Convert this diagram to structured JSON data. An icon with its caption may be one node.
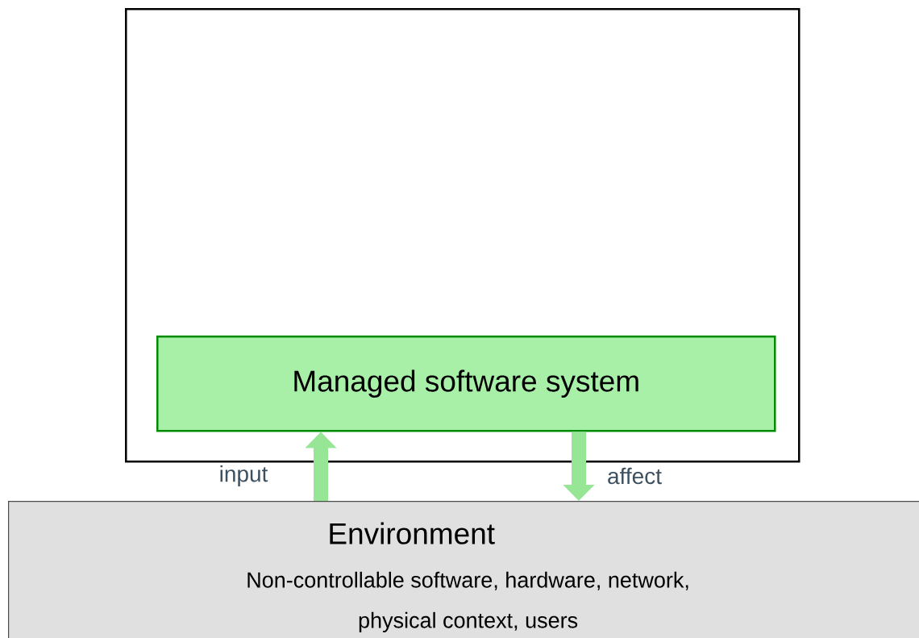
{
  "diagram": {
    "nodes": [
      {
        "text": [],
        "shape": "box"
      },
      {
        "text": [
          "Managed software system"
        ],
        "in": 0
      },
      {
        "text": [
          "Environment",
          "Non-controllable software, hardware, network, physical context, users"
        ]
      }
    ],
    "edges": [
      {
        "from": 2,
        "to": 1,
        "arrow": "to",
        "label": "input"
      },
      {
        "from": 1,
        "to": 2,
        "arrow": "to",
        "label": "affect"
      }
    ]
  }
}
